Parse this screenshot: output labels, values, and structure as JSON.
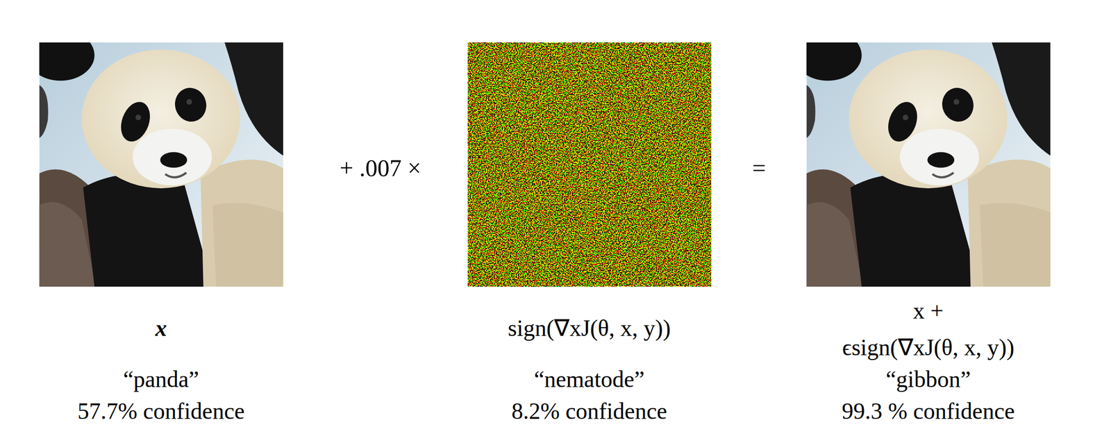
{
  "diagram": {
    "labels": [
      "x",
      "“panda”",
      "57.7% confidence",
      "+ .007 ×",
      "sign(∇xJ(θ, x, y))",
      "“nematode”",
      "8.2% confidence",
      "=",
      "x +",
      "ϵsign(∇xJ(θ, x, y))",
      "“gibbon”",
      "99.3 % confidence"
    ]
  }
}
